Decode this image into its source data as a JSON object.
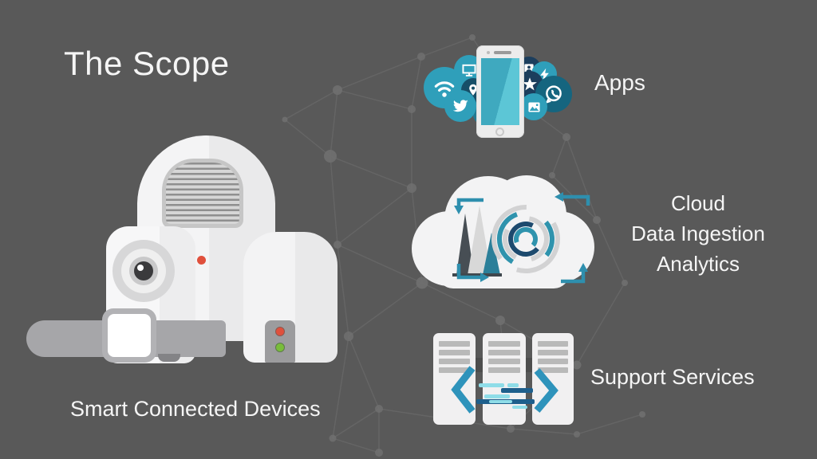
{
  "slide": {
    "title": "The Scope",
    "background_color": "#595959",
    "text_color": "#f5f5f5"
  },
  "labels": {
    "devices": "Smart Connected Devices",
    "apps": "Apps",
    "cloud": [
      "Cloud",
      "Data Ingestion",
      "Analytics"
    ],
    "support": "Support Services"
  },
  "colors": {
    "teal": "#2f9fba",
    "dark_teal": "#15657f",
    "navy": "#1c3e5d",
    "phone_screen_teal": "#45b6c9",
    "device_white": "#f2f2f3",
    "watch_band_gray": "#a6a6a9",
    "red_indicator": "#e0503c",
    "green_indicator": "#79bd3a",
    "code_cyan": "#8fdde8",
    "code_navy": "#1e5f8c",
    "bracket_blue": "#2e93bb",
    "mesh_gray": "#6a6a6a"
  },
  "icons": {
    "devices_group": [
      "smart-speaker-icon",
      "security-camera-icon",
      "smart-hub-icon",
      "smartwatch-icon"
    ],
    "apps_group": [
      "smartphone-icon",
      "wifi-icon",
      "monitor-icon",
      "location-pin-icon",
      "twitter-icon",
      "contact-card-icon",
      "lightning-icon",
      "star-icon",
      "whatsapp-icon",
      "photo-icon"
    ],
    "cloud_group": [
      "cloud-icon",
      "spike-chart-icon",
      "spiral-analytics-icon",
      "sync-arrows-icon"
    ],
    "support_group": [
      "server-rack-icon",
      "code-brackets-icon"
    ]
  }
}
